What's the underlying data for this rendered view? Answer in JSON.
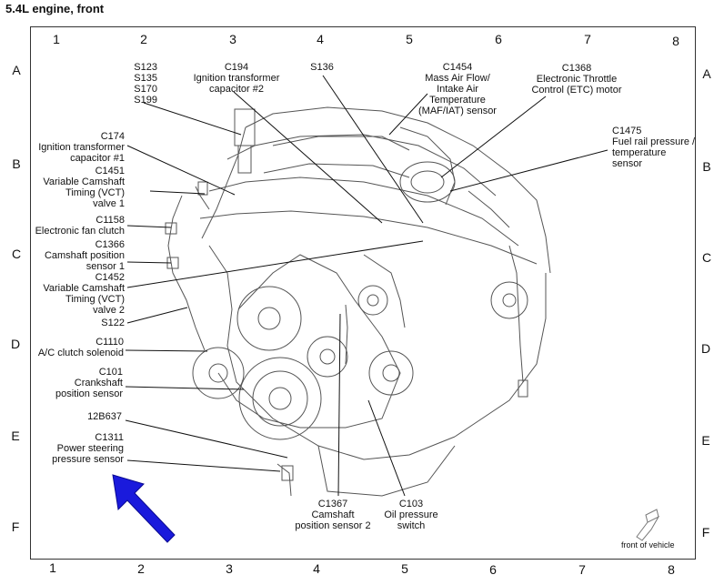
{
  "title": "5.4L engine, front",
  "grid": {
    "columns": [
      "1",
      "2",
      "3",
      "4",
      "5",
      "6",
      "7",
      "8"
    ],
    "rows": [
      "A",
      "B",
      "C",
      "D",
      "E",
      "F"
    ]
  },
  "labels": {
    "s_group": "S123\nS135\nS170\nS199",
    "c194": "C194\nIgnition transformer\ncapacitor #2",
    "s136": "S136",
    "c1454": "C1454\nMass Air Flow/\nIntake Air\nTemperature\n(MAF/IAT) sensor",
    "c1368": "C1368\nElectronic Throttle\nControl (ETC) motor",
    "c1475": "C1475\nFuel rail pressure /\ntemperature\nsensor",
    "c174": "C174\nIgnition transformer\ncapacitor #1",
    "c1451": "C1451\nVariable Camshaft\nTiming (VCT)\nvalve 1",
    "c1158": "C1158\nElectronic fan clutch",
    "c1366": "C1366\nCamshaft position\nsensor 1",
    "c1452": "C1452\nVariable Camshaft\nTiming (VCT)\nvalve 2",
    "s122": "S122",
    "c1110": "C1110\nA/C clutch solenoid",
    "c101": "C101\nCrankshaft\nposition sensor",
    "b637": "12B637",
    "c1311": "C1311\nPower steering\npressure sensor",
    "c1367": "C1367\nCamshaft\nposition sensor 2",
    "c103": "C103\nOil pressure\nswitch",
    "front": "front of vehicle"
  },
  "colors": {
    "arrow": "#1a1adc",
    "line": "#111111",
    "engine": "#555555"
  }
}
